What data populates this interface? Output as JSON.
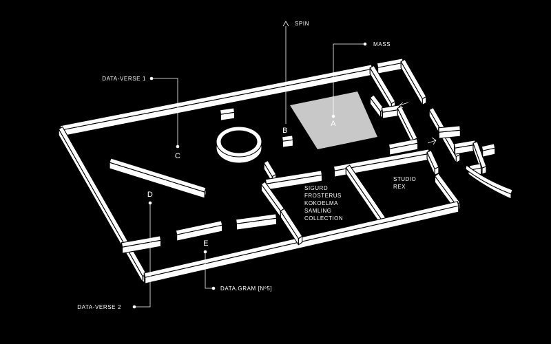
{
  "colors": {
    "background": "#000000",
    "walls": "#ffffff",
    "exhibit_fill": "#c8c8c8",
    "text": "#ffffff"
  },
  "callouts": {
    "spin": "SPIN",
    "mass": "MASS",
    "data_verse_1": "DATA-VERSE 1",
    "data_verse_2": "DATA-VERSE 2",
    "data_gram": "DATA.GRAM [Nº5]"
  },
  "markers": {
    "a": "A",
    "b": "B",
    "c": "C",
    "d": "D",
    "e": "E"
  },
  "rooms": {
    "collection": [
      "SIGURD",
      "FROSTERUS",
      "KOKOELMA",
      "SAMLING",
      "COLLECTION"
    ],
    "studio": [
      "STUDIO",
      "REX"
    ]
  },
  "icons": [
    "arrow-up-icon",
    "arrow-left-icon",
    "arrow-right-icon"
  ]
}
